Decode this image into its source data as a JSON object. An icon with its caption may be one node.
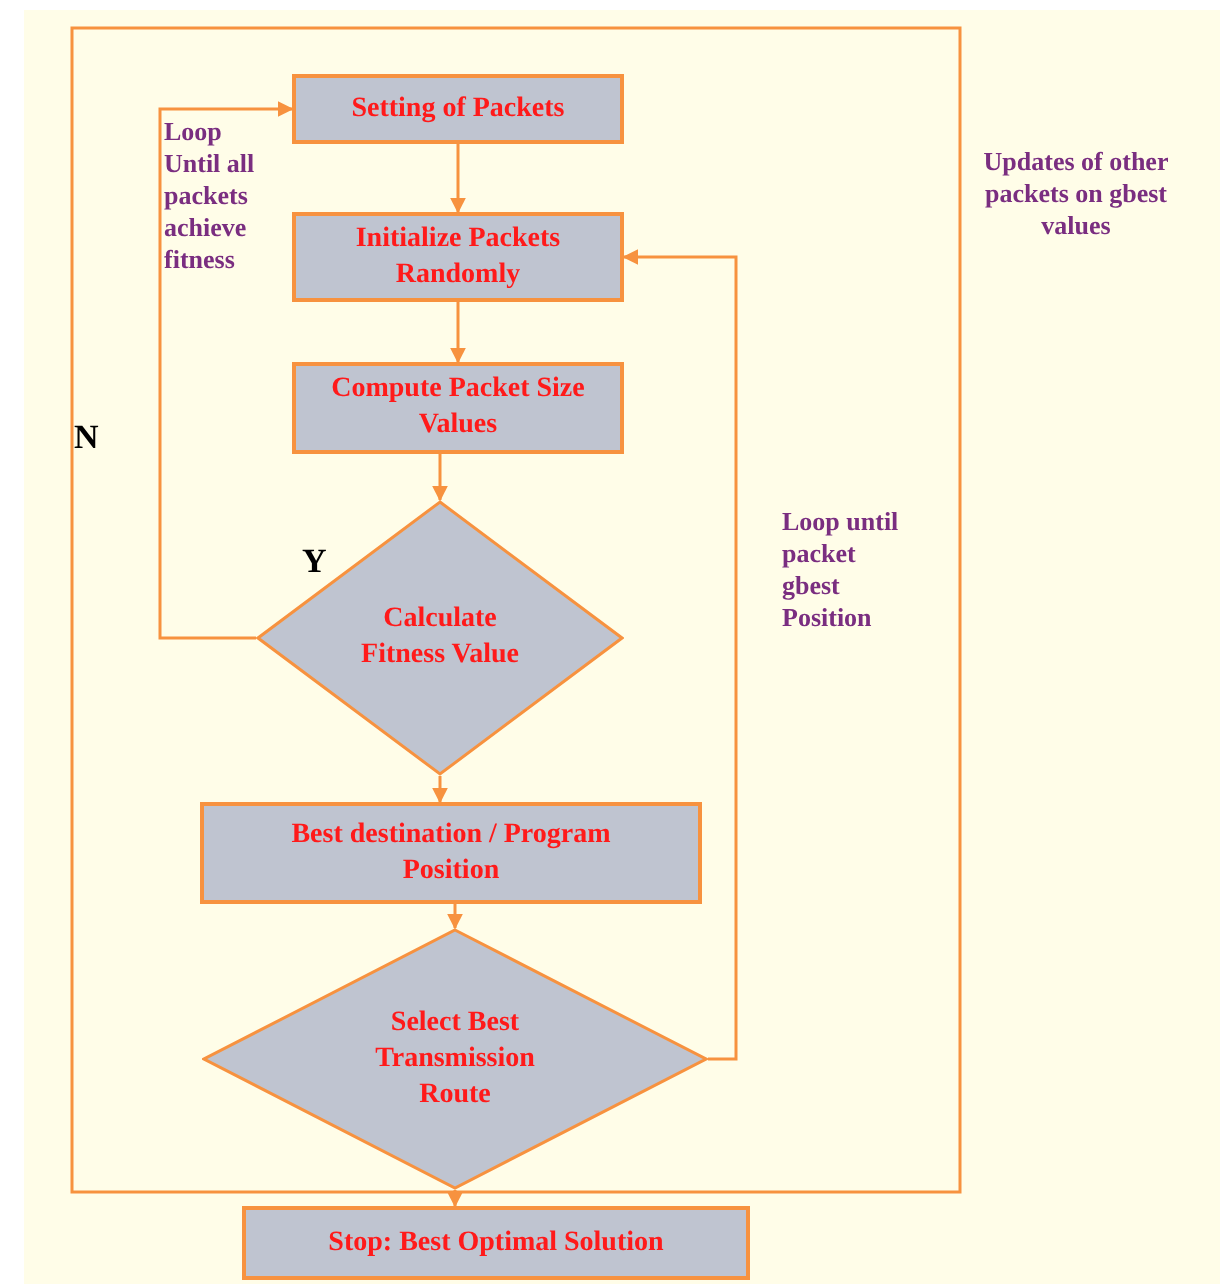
{
  "diagram": {
    "nodes": [
      {
        "text": [
          "Setting of Packets"
        ]
      },
      {
        "text": [
          "Initialize Packets Randomly"
        ]
      },
      {
        "text": [
          "Compute Packet Size Values"
        ]
      },
      {
        "text": [
          "Calculate Fitness Value"
        ]
      },
      {
        "text": [
          "Best destination / Program Position"
        ]
      },
      {
        "text": [
          "Select Best Transmission Route"
        ]
      },
      {
        "text": [
          "Stop: Best Optimal Solution"
        ]
      }
    ],
    "edges": [
      {
        "from": 0,
        "to": 1,
        "arrow": "to"
      },
      {
        "from": 1,
        "to": 2,
        "arrow": "to"
      },
      {
        "from": 2,
        "to": 3,
        "arrow": "to"
      },
      {
        "from": 3,
        "to": 4,
        "arrow": "to"
      },
      {
        "from": 4,
        "to": 5,
        "arrow": "to"
      },
      {
        "from": 5,
        "to": 6,
        "arrow": "to"
      },
      {
        "from": 3,
        "to": 0,
        "arrow": "to"
      },
      {
        "from": 5,
        "to": 1,
        "arrow": "to"
      }
    ],
    "labels": [
      "Loop Until all packets achieve fitness",
      "Updates of other packets on gbest values",
      "N",
      "Y",
      "Loop until packet gbest Position"
    ]
  }
}
